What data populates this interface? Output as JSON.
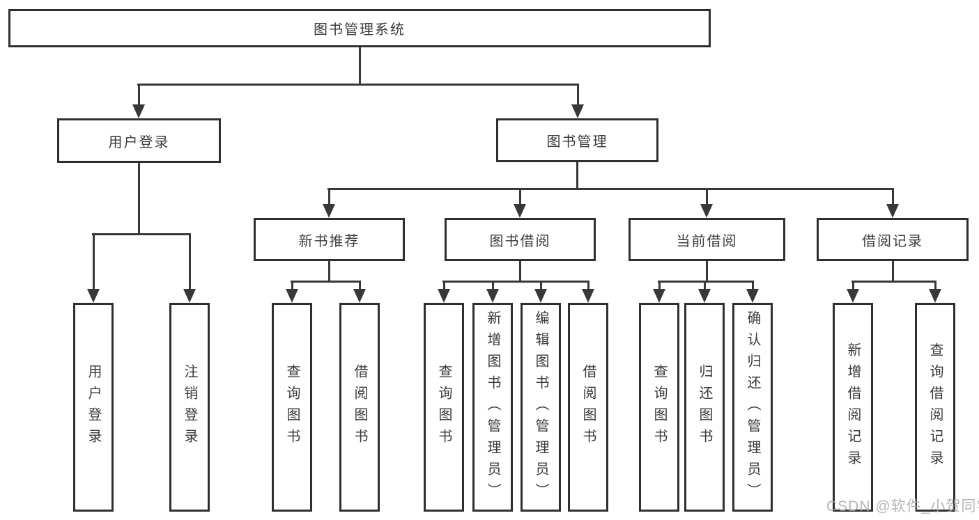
{
  "diagram": {
    "title": "图书管理系统",
    "level2": [
      {
        "label": "用户登录"
      },
      {
        "label": "图书管理"
      }
    ],
    "level3": [
      {
        "label": "新书推荐"
      },
      {
        "label": "图书借阅"
      },
      {
        "label": "当前借阅"
      },
      {
        "label": "借阅记录"
      }
    ],
    "leaves": [
      {
        "label": "用户登录"
      },
      {
        "label": "注销登录"
      },
      {
        "label": "查询图书"
      },
      {
        "label": "借阅图书"
      },
      {
        "label": "查询图书"
      },
      {
        "label": "新增图书（管理员）"
      },
      {
        "label": "编辑图书（管理员）"
      },
      {
        "label": "借阅图书"
      },
      {
        "label": "查询图书"
      },
      {
        "label": "归还图书"
      },
      {
        "label": "确认归还（管理员）"
      },
      {
        "label": "新增借阅记录"
      },
      {
        "label": "查询借阅记录"
      }
    ],
    "watermark": "CSDN @软件_小贺同学",
    "colors": {
      "line": "#383838",
      "border": "#2f2f2f",
      "text": "#3a3a3a",
      "watermark": "#a8a8a8",
      "background": "#ffffff"
    }
  }
}
